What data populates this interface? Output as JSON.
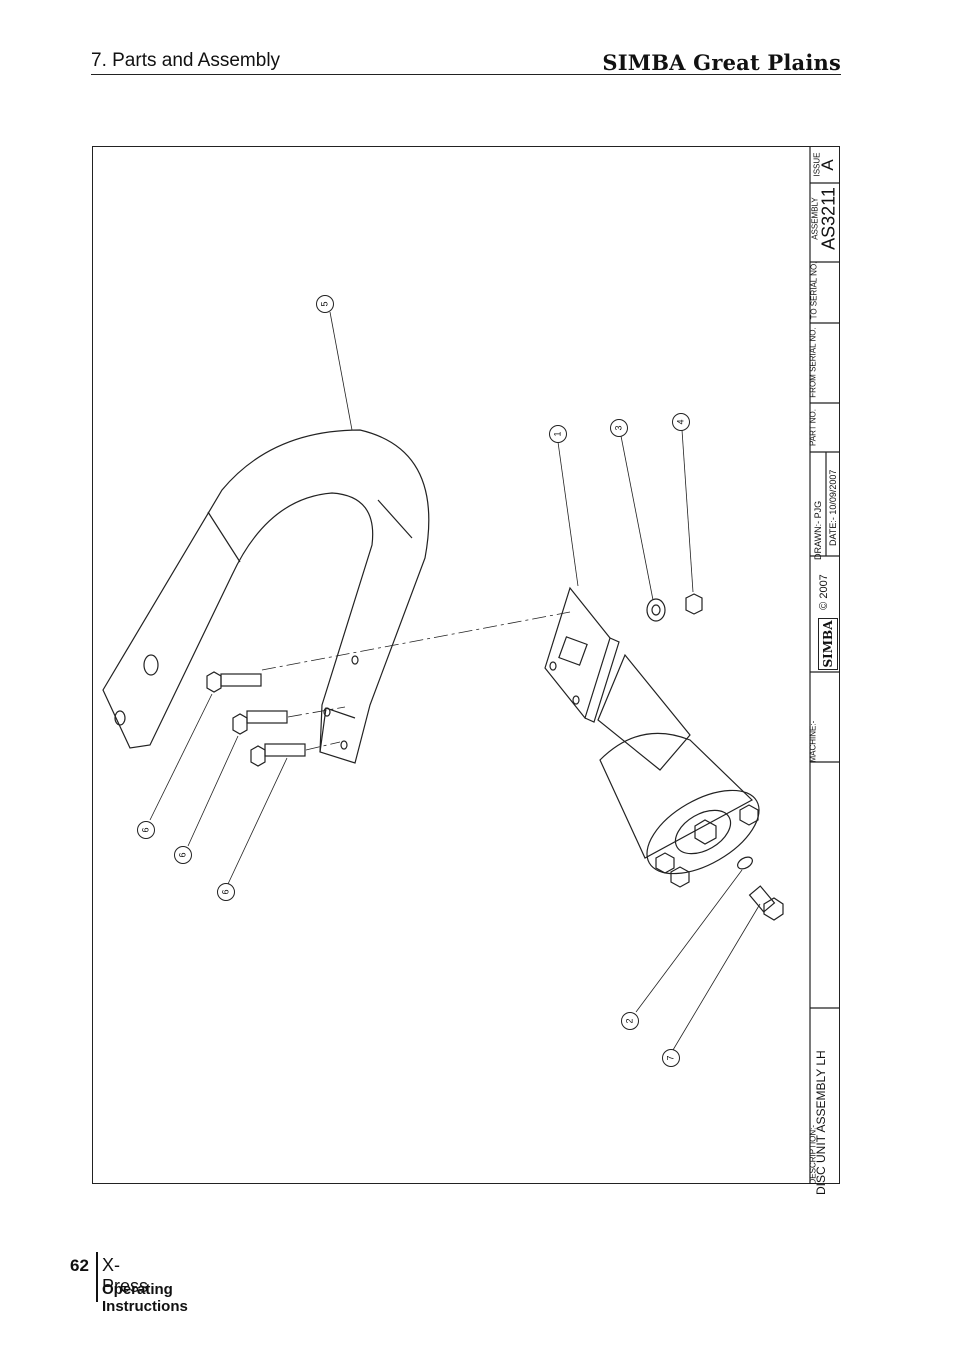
{
  "header": {
    "section": "7. Parts and Assembly",
    "brand": "SIMBA Great Plains"
  },
  "drawing": {
    "callouts": [
      "1",
      "2",
      "3",
      "4",
      "5",
      "6",
      "6",
      "6",
      "7"
    ],
    "title_block": {
      "issue_label": "ISSUE",
      "issue": "A",
      "assembly_label": "ASSEMBLY",
      "assembly": "AS3211",
      "to_serial_label": "TO SERIAL NO.",
      "from_serial_label": "FROM SERIAL NO.",
      "part_no_label": "PART NO.",
      "drawn": "DRAWN:- PJG",
      "date": "DATE:- 10/09/2007",
      "logo_text": "SIMBA",
      "copyright": "© 2007",
      "machine_label": "MACHINE:-",
      "description_label": "DESCRIPTION:-",
      "description": "DISC UNIT ASSEMBLY LH"
    }
  },
  "footer": {
    "page_number": "62",
    "product": "X-Press",
    "subtitle": "Operating Instructions"
  }
}
